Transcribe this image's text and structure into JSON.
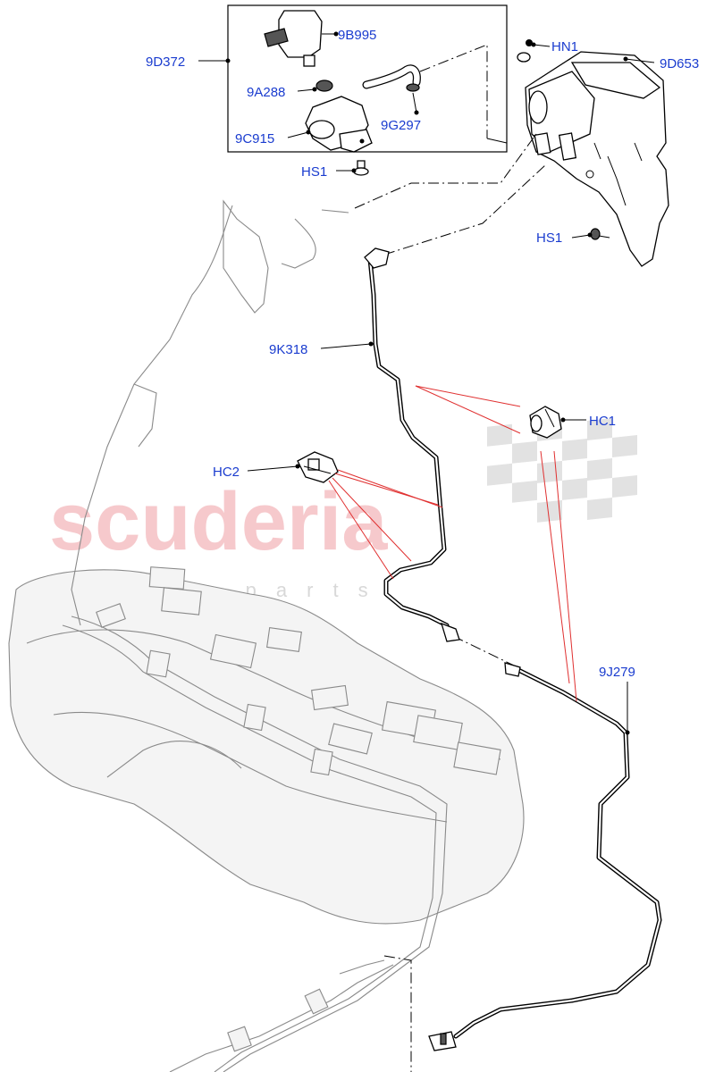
{
  "watermark": {
    "brand": "scuderia",
    "sub": "car parts"
  },
  "parts": {
    "p9D372": "9D372",
    "p9B995": "9B995",
    "p9A288": "9A288",
    "p9C915": "9C915",
    "p9G297": "9G297",
    "pHS1_top": "HS1",
    "pHN1": "HN1",
    "p9D653": "9D653",
    "pHS1_right": "HS1",
    "p9K318": "9K318",
    "pHC1": "HC1",
    "pHC2": "HC2",
    "p9J279": "9J279"
  },
  "colors": {
    "label": "#1a3ccf",
    "reference_line": "#e03030",
    "line": "#000000",
    "ghost_tank": "#8a8a8a",
    "watermark": "#f6c9cc"
  }
}
